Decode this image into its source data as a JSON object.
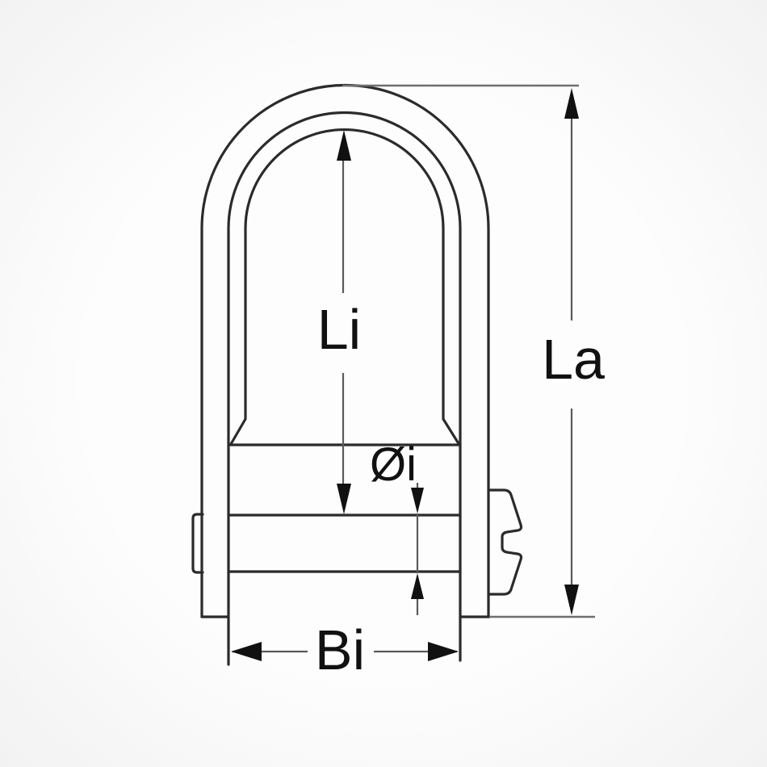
{
  "diagram": {
    "kind": "technical-dimension-drawing",
    "subject": "flat-shackle-with-screw-pin-front-view",
    "labels": {
      "inner_length": "Li",
      "overall_length": "La",
      "pin_diameter": "Øi",
      "inner_width": "Bi"
    },
    "colors": {
      "outline": "#2b2b2b",
      "dimension_line": "#5a5a5a",
      "extension_line": "#6f6f6f",
      "arrow": "#111111",
      "text": "#111111",
      "background": "#fcfcfc"
    }
  }
}
